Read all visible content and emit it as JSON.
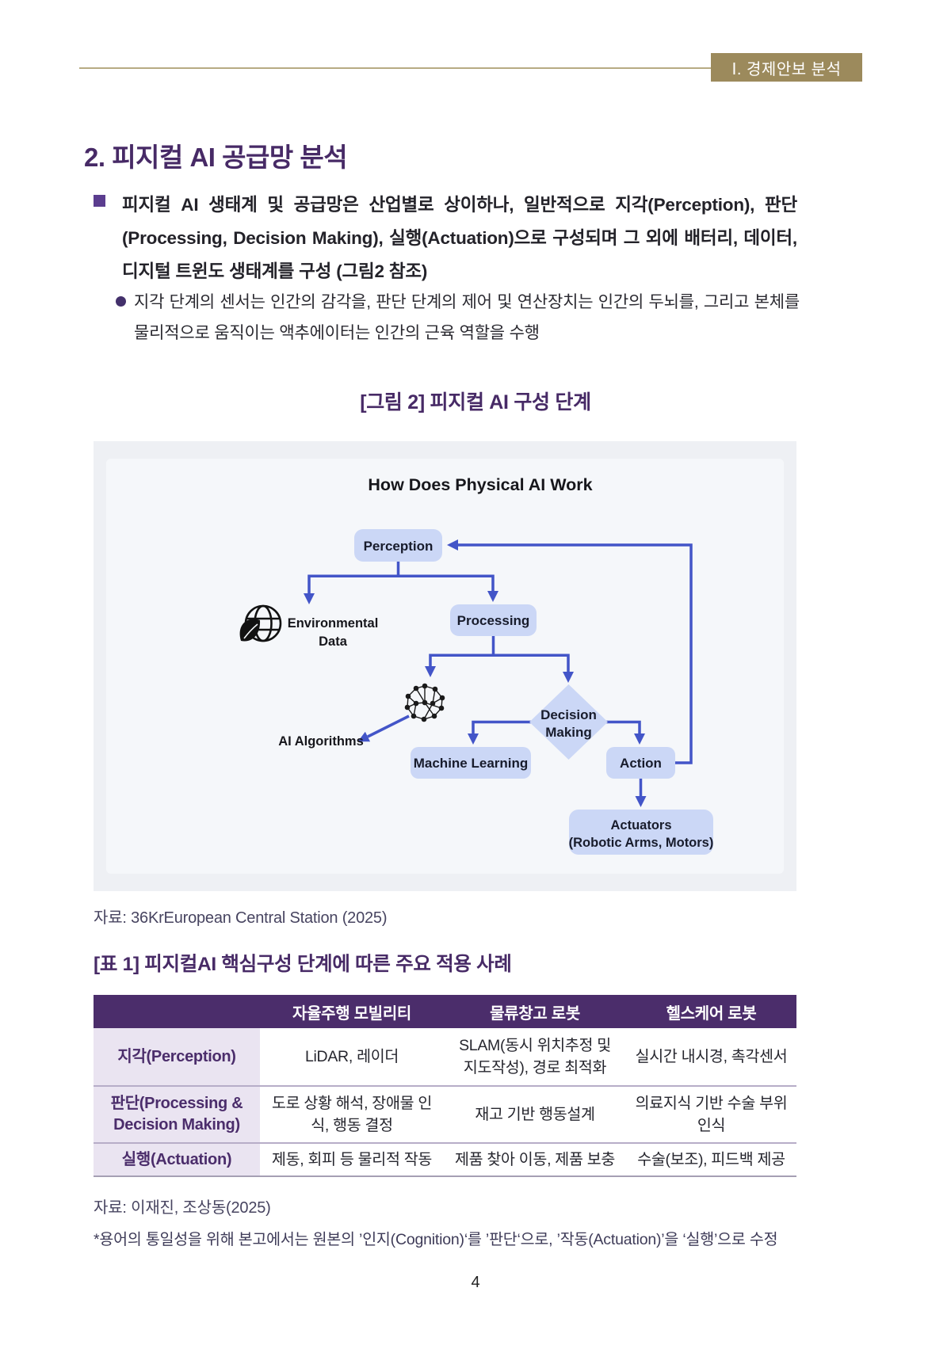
{
  "header": {
    "badge": "Ⅰ. 경제안보 분석"
  },
  "section": {
    "title": "2. 피지컬 AI 공급망 분석"
  },
  "bullets": {
    "main": "피지컬 AI 생태계 및 공급망은 산업별로 상이하나, 일반적으로 지각(Perception), 판단(Processing, Decision Making), 실행(Actuation)으로 구성되며 그 외에 배터리, 데이터, 디지털 트윈도 생태계를 구성 (그림2 참조)",
    "sub": "지각 단계의 센서는 인간의 감각을, 판단 단계의 제어 및 연산장치는 인간의 두뇌를, 그리고 본체를 물리적으로 움직이는 액추에이터는 인간의 근육 역할을 수행"
  },
  "figure": {
    "title": "[그림 2] 피지컬 AI 구성 단계",
    "source": "자료: 36KrEuropean Central Station (2025)",
    "flow": {
      "title": "How Does Physical AI Work",
      "perception": "Perception",
      "environmental_line1": "Environmental",
      "environmental_line2": "Data",
      "processing": "Processing",
      "ai_algorithms": "AI Algorithms",
      "decision_line1": "Decision",
      "decision_line2": "Making",
      "machine_learning": "Machine Learning",
      "action": "Action",
      "actuators_line1": "Actuators",
      "actuators_line2": "(Robotic Arms, Motors)"
    }
  },
  "table": {
    "title": "[표 1] 피지컬AI 핵심구성 단계에 따른 주요 적용 사례",
    "columns": {
      "c1": "",
      "c2": "자율주행 모빌리티",
      "c3": "물류창고 로봇",
      "c4": "헬스케어 로봇"
    },
    "rows": [
      {
        "label": "지각(Perception)",
        "cells": [
          "LiDAR, 레이더",
          "SLAM(동시 위치추정 및 지도작성), 경로 최적화",
          "실시간 내시경, 촉각센서"
        ]
      },
      {
        "label": "판단(Processing & Decision Making)",
        "cells": [
          "도로 상황 해석, 장애물 인식, 행동 결정",
          "재고 기반 행동설계",
          "의료지식 기반 수술 부위 인식"
        ]
      },
      {
        "label": "실행(Actuation)",
        "cells": [
          "제동, 회피 등 물리적 작동",
          "제품 찾아 이동, 제품 보충",
          "수술(보조), 피드백 제공"
        ]
      }
    ],
    "source": "자료: 이재진, 조상동(2025)",
    "footnote": "*용어의 통일성을 위해 본고에서는 원본의 ’인지(Cognition)‘를 ’판단‘으로, ’작동(Actuation)’을 ‘실행’으로 수정"
  },
  "page": {
    "number": "4"
  },
  "colors": {
    "title_purple": "#472a66",
    "table_header_purple": "#4b2d6b",
    "label_cell_lavender": "#eae4f1",
    "badge_olive": "#9c8a5c",
    "rule_gold": "#b7ab83",
    "flow_box_fill": "#cbd7f6",
    "flow_arrow_blue": "#4355c8",
    "panel_gray": "#eef0f4"
  }
}
